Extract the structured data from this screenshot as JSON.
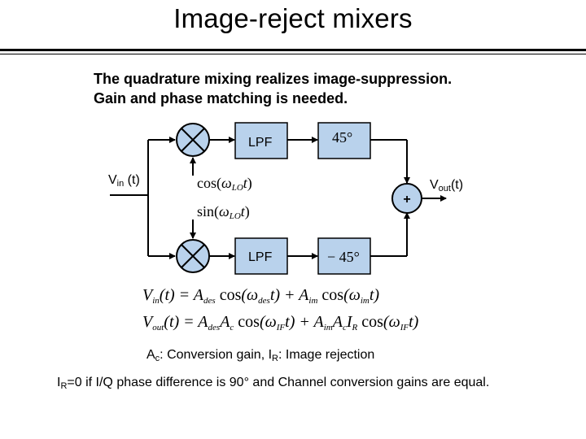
{
  "slide": {
    "title": "Image-reject mixers",
    "bullets": [
      "The quadrature mixing realizes image-suppression.",
      "Gain and phase matching is needed."
    ]
  },
  "diagram": {
    "input_label": "V",
    "input_sub": "in",
    "input_arg": " (t)",
    "output_label": "V",
    "output_sub": "out",
    "output_arg": "(t)",
    "upper_lpf": "LPF",
    "lower_lpf": "LPF",
    "upper_phase": "45°",
    "lower_phase": "− 45°",
    "lo_cos_label": "cos(ωLOt)",
    "lo_sin_label": "sin(ωLOt)",
    "summer_symbol": "+",
    "colors": {
      "block_fill": "#b9d2ec",
      "line": "#000000"
    }
  },
  "equations": {
    "vin": "Vin(t) = Ades cos(ωdest) + Aim cos(ωimt)",
    "vout": "Vout(t) = AdesAc cos(ωIFt) + AimAcIR cos(ωIFt)"
  },
  "notes": {
    "line1": "Ac: Conversion gain, IR: Image rejection",
    "line2": "IR=0 if I/Q phase difference is 90° and Channel conversion gains are equal."
  }
}
